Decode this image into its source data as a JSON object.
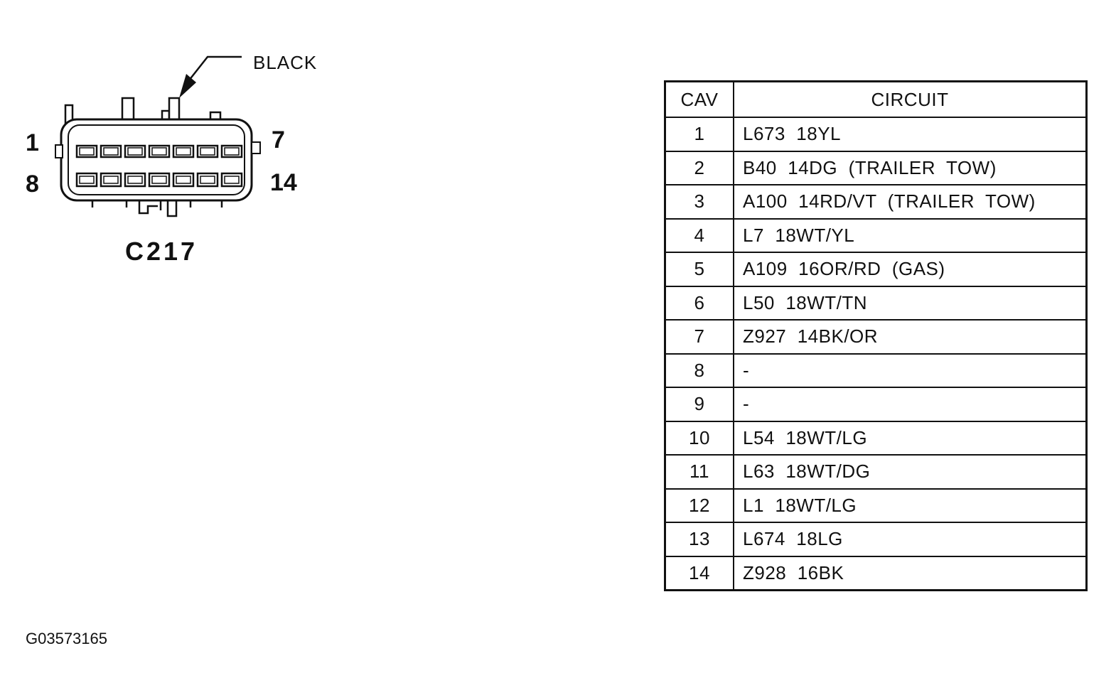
{
  "connector": {
    "id": "C217",
    "color_label": "BLACK",
    "pin_labels": {
      "top_left": "1",
      "top_right": "7",
      "bottom_left": "8",
      "bottom_right": "14"
    }
  },
  "table": {
    "headers": {
      "cav": "CAV",
      "circuit": "CIRCUIT"
    },
    "rows": [
      {
        "cav": "1",
        "circuit": "L673  18YL"
      },
      {
        "cav": "2",
        "circuit": "B40  14DG  (TRAILER  TOW)"
      },
      {
        "cav": "3",
        "circuit": "A100  14RD/VT  (TRAILER  TOW)"
      },
      {
        "cav": "4",
        "circuit": "L7  18WT/YL"
      },
      {
        "cav": "5",
        "circuit": "A109  16OR/RD  (GAS)"
      },
      {
        "cav": "6",
        "circuit": "L50  18WT/TN"
      },
      {
        "cav": "7",
        "circuit": "Z927  14BK/OR"
      },
      {
        "cav": "8",
        "circuit": "-"
      },
      {
        "cav": "9",
        "circuit": "-"
      },
      {
        "cav": "10",
        "circuit": "L54  18WT/LG"
      },
      {
        "cav": "11",
        "circuit": "L63  18WT/DG"
      },
      {
        "cav": "12",
        "circuit": "L1  18WT/LG"
      },
      {
        "cav": "13",
        "circuit": "L674  18LG"
      },
      {
        "cav": "14",
        "circuit": "Z928  16BK"
      }
    ]
  },
  "figure_id": "G03573165"
}
